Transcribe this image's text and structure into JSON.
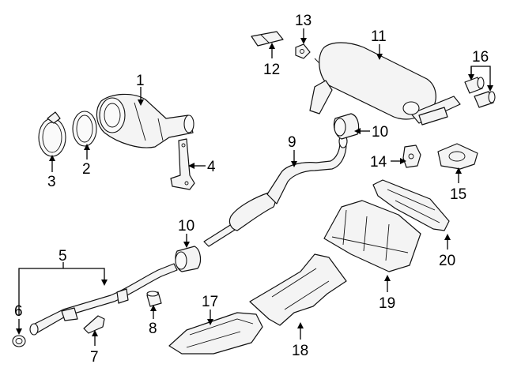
{
  "callouts": {
    "c1": "1",
    "c2": "2",
    "c3": "3",
    "c4": "4",
    "c5": "5",
    "c6": "6",
    "c7": "7",
    "c8": "8",
    "c9": "9",
    "c10a": "10",
    "c10b": "10",
    "c11": "11",
    "c12": "12",
    "c13": "13",
    "c14": "14",
    "c15": "15",
    "c16": "16",
    "c17": "17",
    "c18": "18",
    "c19": "19",
    "c20": "20"
  },
  "colors": {
    "line": "#111111",
    "fill": "#f4f4f4",
    "background": "#ffffff"
  }
}
